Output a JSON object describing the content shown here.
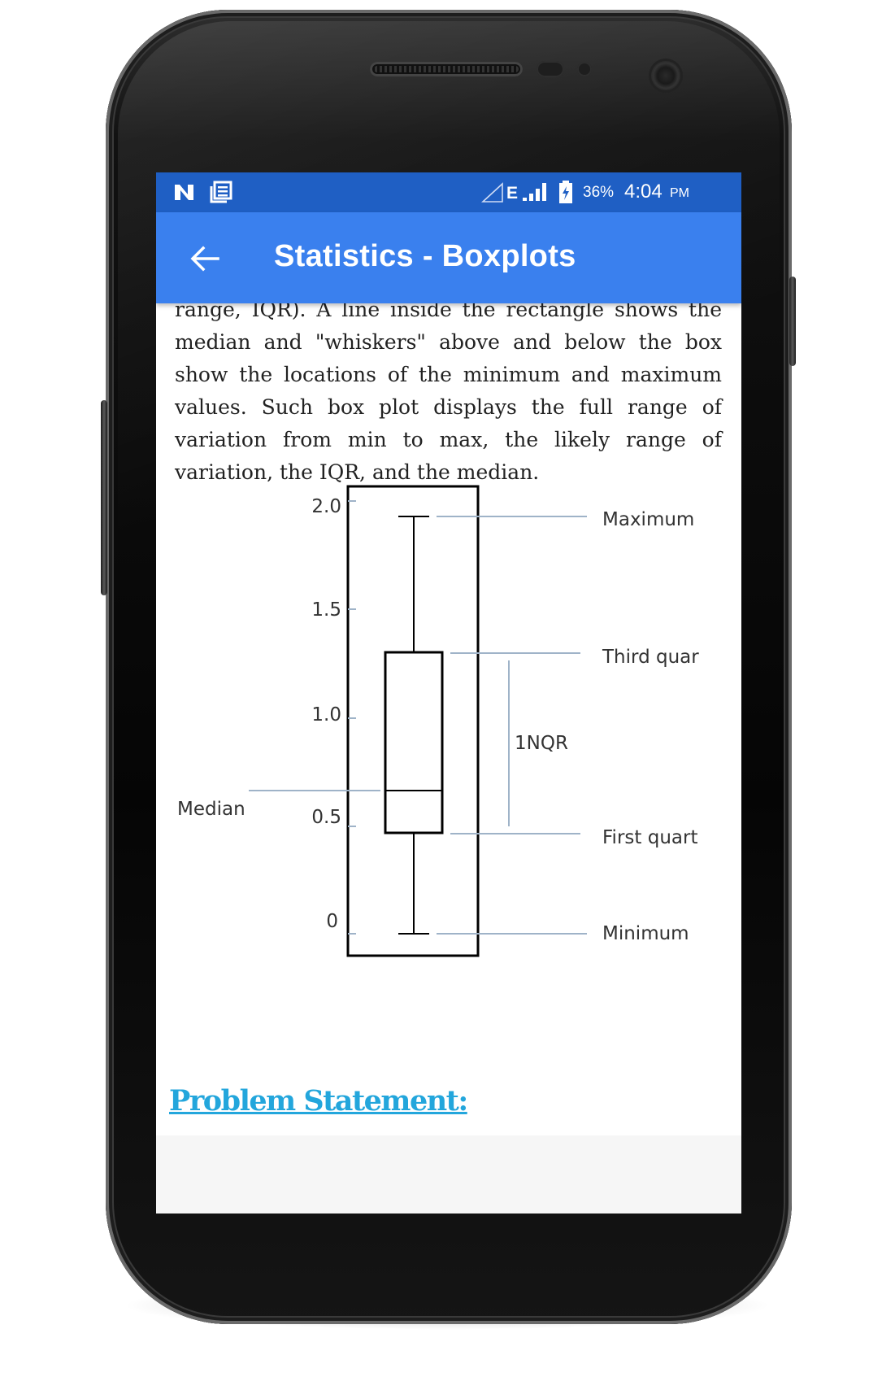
{
  "status_bar": {
    "battery": "36%",
    "time": "4:04",
    "ampm": "PM",
    "network": "E",
    "icons": [
      "n-notification-icon",
      "news-icon",
      "no-sim-icon",
      "signal-icon",
      "battery-charging-icon"
    ]
  },
  "app_bar": {
    "title": "Statistics - Boxplots",
    "back_icon": "arrow-back-icon"
  },
  "content": {
    "partial_line": "range, IQR). A line inside the rectangle shows the",
    "paragraph": "median and \"whiskers\" above and below the box show the locations of the minimum and maximum values. Such box plot displays the full range of variation from min to max, the likely range of variation, the IQR, and the median.",
    "section_heading": "Problem Statement:"
  },
  "diagram": {
    "ticks": [
      "2.0",
      "1.5",
      "1.0",
      "0.5",
      "0"
    ],
    "labels": {
      "maximum": "Maximum",
      "third_quartile": "Third quar",
      "iqr": "1NQR",
      "first_quartile": "First quart",
      "minimum": "Minimum",
      "median": "Median"
    },
    "colors": {
      "box": "#000000",
      "leader_lines": "#9fb3c8",
      "label": "#333333"
    }
  },
  "colors": {
    "status_bar": "#1f5fc4",
    "app_bar": "#3a80ee",
    "heading_link": "#23a6dc"
  }
}
